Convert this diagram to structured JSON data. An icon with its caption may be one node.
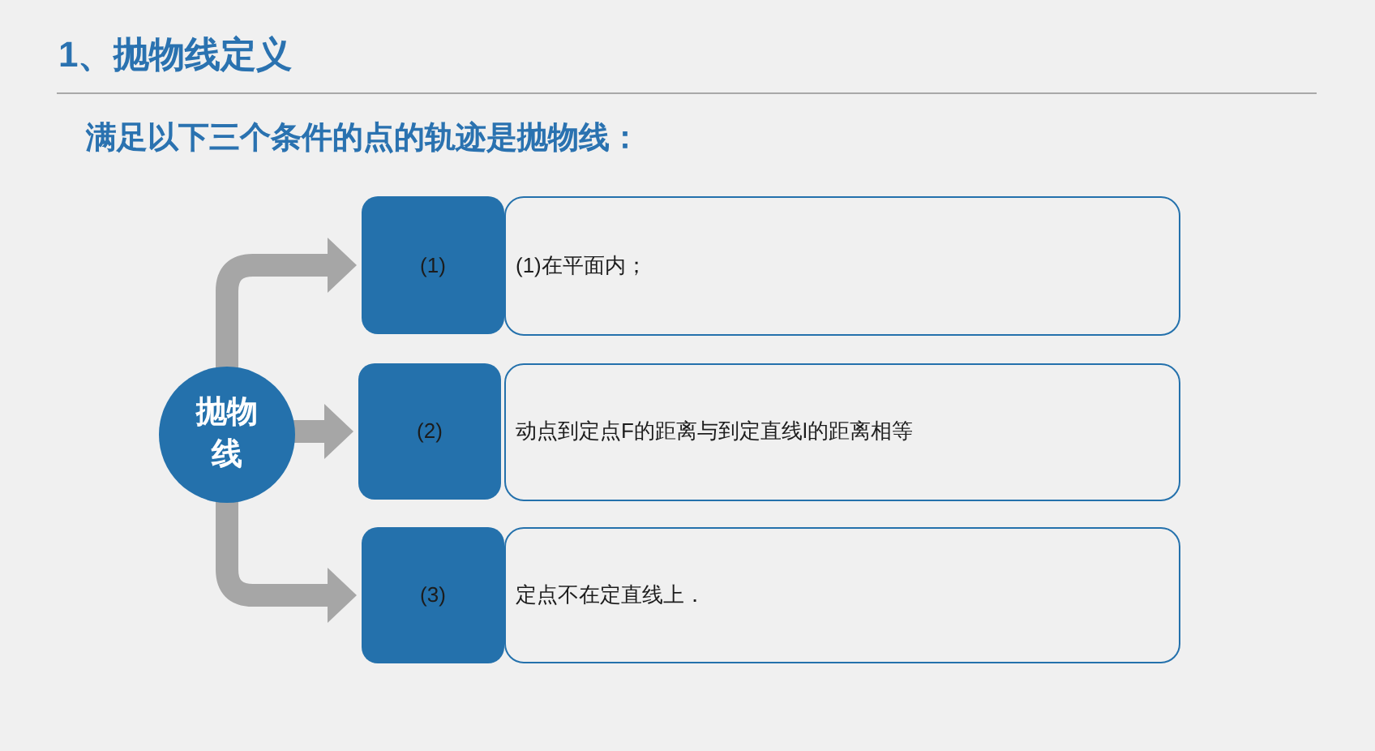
{
  "diagram": {
    "title": "1、抛物线定义",
    "nodes": [
      {
        "text": [
          "抛物线"
        ]
      },
      {
        "text": [
          "(1)"
        ]
      },
      {
        "text": [
          "(1)在平面内；"
        ]
      },
      {
        "text": [
          "(2)"
        ]
      },
      {
        "text": [
          "动点到定点F的距离与到定直线l的距离相等"
        ]
      },
      {
        "text": [
          "(3)"
        ]
      },
      {
        "text": [
          "定点不在定直线上．"
        ]
      }
    ],
    "edges": [
      {
        "from": 0,
        "to": 1,
        "arrow": "to"
      },
      {
        "from": 0,
        "to": 3,
        "arrow": "to"
      },
      {
        "from": 0,
        "to": 5,
        "arrow": "to"
      }
    ],
    "labels": [
      "满足以下三个条件的点的轨迹是抛物线："
    ]
  }
}
